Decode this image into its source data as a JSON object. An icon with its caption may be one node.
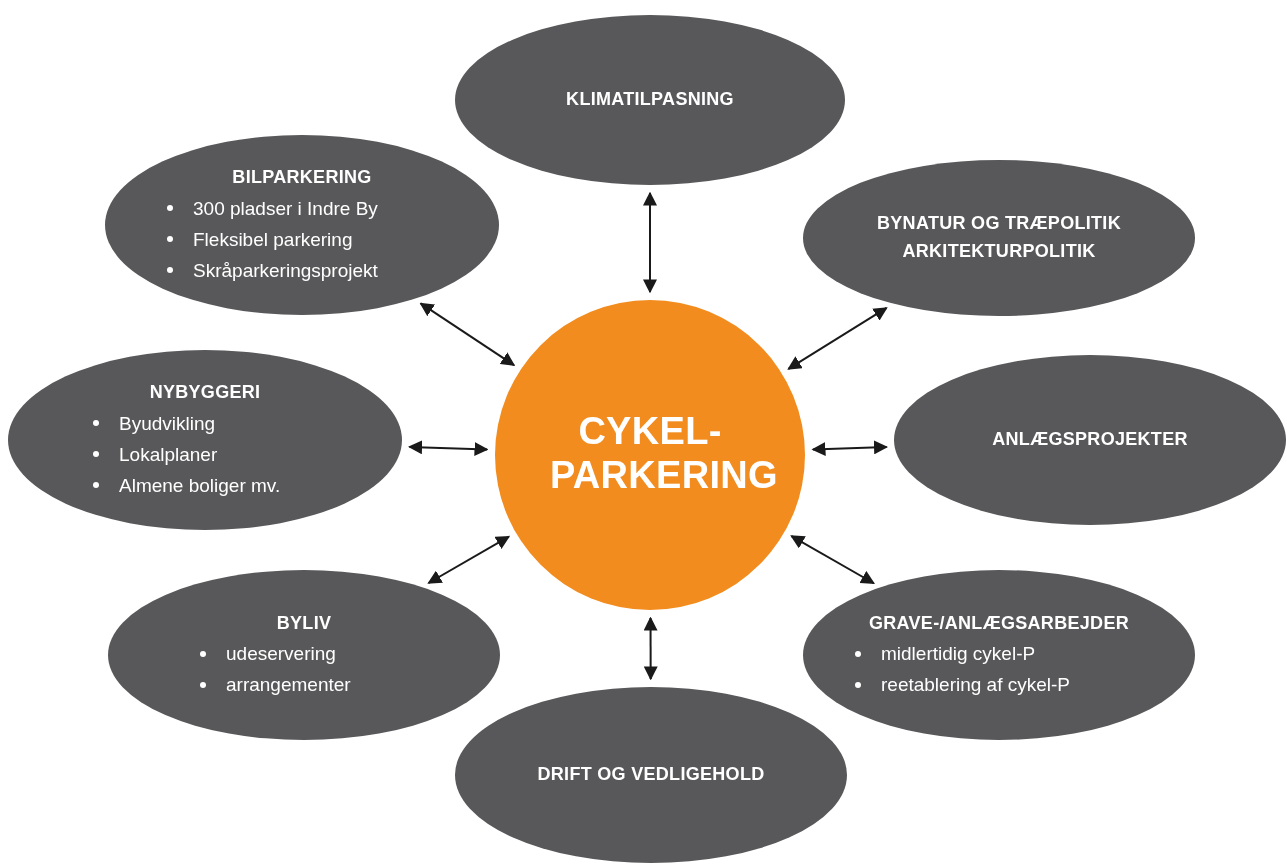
{
  "diagram": {
    "nodes": [
      {
        "text": [
          "KLIMATILPASNING"
        ]
      },
      {
        "text": [
          "BILPARKERING",
          "300 pladser i Indre By",
          "Fleksibel parkering",
          "Skråparkeringsprojekt"
        ]
      },
      {
        "text": [
          "BYNATUR OG TRÆPOLITIK",
          "ARKITEKTURPOLITIK"
        ]
      },
      {
        "text": [
          "NYBYGGERI",
          "Byudvikling",
          "Lokalplaner",
          "Almene boliger mv."
        ]
      },
      {
        "text": [
          "CYKEL- PARKERING"
        ]
      },
      {
        "text": [
          "ANLÆGSPROJEKTER"
        ]
      },
      {
        "text": [
          "BYLIV",
          "udeservering",
          "arrangementer"
        ]
      },
      {
        "text": [
          "GRAVE-/ANLÆGSARBEJDER",
          "midlertidig cykel-P",
          "reetablering af cykel-P"
        ]
      },
      {
        "text": [
          "DRIFT OG VEDLIGEHOLD"
        ]
      }
    ],
    "edges": [
      {
        "from": 4,
        "to": 0,
        "arrow": "both"
      },
      {
        "from": 4,
        "to": 1,
        "arrow": "both"
      },
      {
        "from": 4,
        "to": 2,
        "arrow": "both"
      },
      {
        "from": 4,
        "to": 3,
        "arrow": "both"
      },
      {
        "from": 4,
        "to": 5,
        "arrow": "both"
      },
      {
        "from": 4,
        "to": 6,
        "arrow": "both"
      },
      {
        "from": 4,
        "to": 7,
        "arrow": "both"
      },
      {
        "from": 4,
        "to": 8,
        "arrow": "both"
      }
    ]
  }
}
